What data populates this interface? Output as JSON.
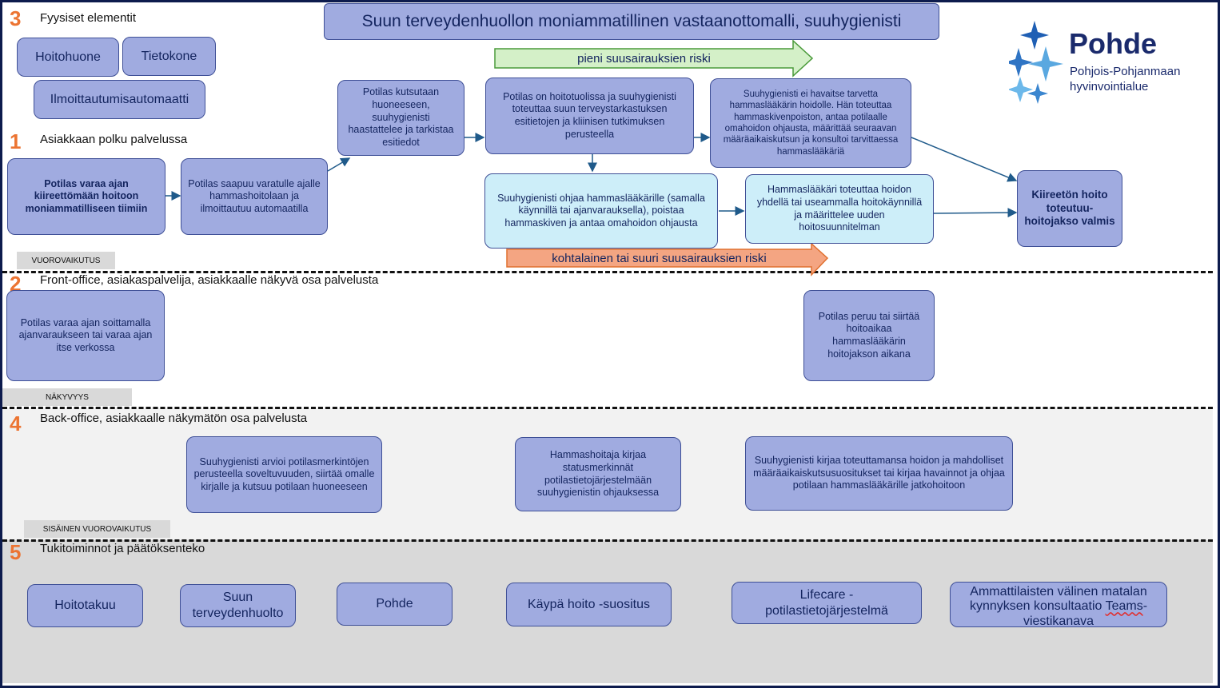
{
  "title": "Suun terveydenhuollon moniammatillinen vastaanottomalli, suuhygienisti",
  "logo": {
    "name": "Pohde",
    "subtitle_line1": "Pohjois-Pohjanmaan",
    "subtitle_line2": "hyvinvointialue",
    "icon": "pohde-star-icon"
  },
  "sections": {
    "s3": {
      "number": "3",
      "heading": "Fyysiset elementit"
    },
    "s1": {
      "number": "1",
      "heading": "Asiakkaan polku palvelussa"
    },
    "s2": {
      "number": "2",
      "heading": "Front-office, asiakaspalvelija, asiakkaalle näkyvä osa palvelusta"
    },
    "s4": {
      "number": "4",
      "heading": "Back-office, asiakkaalle näkymätön osa palvelusta"
    },
    "s5": {
      "number": "5",
      "heading": "Tukitoiminnot ja päätöksenteko"
    }
  },
  "physical": [
    "Hoitohuone",
    "Tietokone",
    "Ilmoittautumisautomaatti"
  ],
  "tags": {
    "interaction": "VUOROVAIKUTUS",
    "visibility": "NÄKYVYYS",
    "internal": "SISÄINEN VUOROVAIKUTUS"
  },
  "risks": {
    "low": "pieni suusairauksien riski",
    "high": "kohtalainen tai suuri suusairauksien riski"
  },
  "path": {
    "p1": "Potilas varaa ajan kiireettömään hoitoon moniammatilliseen tiimiin",
    "p2": "Potilas saapuu varatulle ajalle hammashoitolaan ja ilmoittautuu automaatilla",
    "p3": "Potilas kutsutaan huoneeseen, suuhygienisti haastattelee ja tarkistaa esitiedot",
    "p4": "Potilas on hoitotuolissa ja suuhygienisti toteuttaa suun terveystarkastuksen esitietojen ja kliinisen tutkimuksen perusteella",
    "p5": "Suuhygienisti ei havaitse tarvetta hammaslääkärin hoidolle. Hän toteuttaa hammaskivenpoiston, antaa potilaalle omahoidon ohjausta, määrittää seuraavan määräaikaiskutsun ja konsultoi tarvittaessa hammaslääkäriä",
    "p6": "Suuhygienisti ohjaa hammaslääkärille (samalla käynnillä tai ajanvarauksella), poistaa hammaskiven ja antaa omahoidon ohjausta",
    "p7": "Hammaslääkäri toteuttaa hoidon yhdellä tai useammalla hoitokäynnillä ja määrittelee uuden hoitosuunnitelman",
    "p8": "Kiireetön hoito toteutuu- hoitojakso valmis"
  },
  "front": {
    "f1": "Potilas varaa ajan  soittamalla ajanvaraukseen tai varaa ajan itse verkossa",
    "f2": "Potilas peruu tai siirtää hoitoaikaa hammaslääkärin hoitojakson aikana"
  },
  "back": {
    "b1": "Suuhygienisti arvioi potilasmerkintöjen perusteella soveltuvuuden, siirtää omalle kirjalle ja kutsuu potilaan huoneeseen",
    "b2": "Hammashoitaja kirjaa statusmerkinnät potilastietojärjestelmään suuhygienistin ohjauksessa",
    "b3": "Suuhygienisti kirjaa toteuttamansa hoidon ja mahdolliset määräaikaiskutsusuositukset tai kirjaa havainnot ja ohjaa potilaan hammaslääkärille jatkohoitoon"
  },
  "support": {
    "t1": "Hoitotakuu",
    "t2": "Suun terveydenhuolto",
    "t3": "Pohde",
    "t4": "Käypä hoito -suositus",
    "t5": "Lifecare - potilastietojärjestelmä",
    "t6a": "Ammattilaisten välinen matalan kynnyksen konsultaatio ",
    "t6b": "Teams",
    "t6c": "-viestikanava"
  },
  "colors": {
    "box": "#a0abe0",
    "light_box": "#cdeef9",
    "accent": "#ec7432",
    "low_arrow": "#d4f0c8",
    "high_arrow": "#f4a582",
    "connector": "#1f5a8a"
  }
}
